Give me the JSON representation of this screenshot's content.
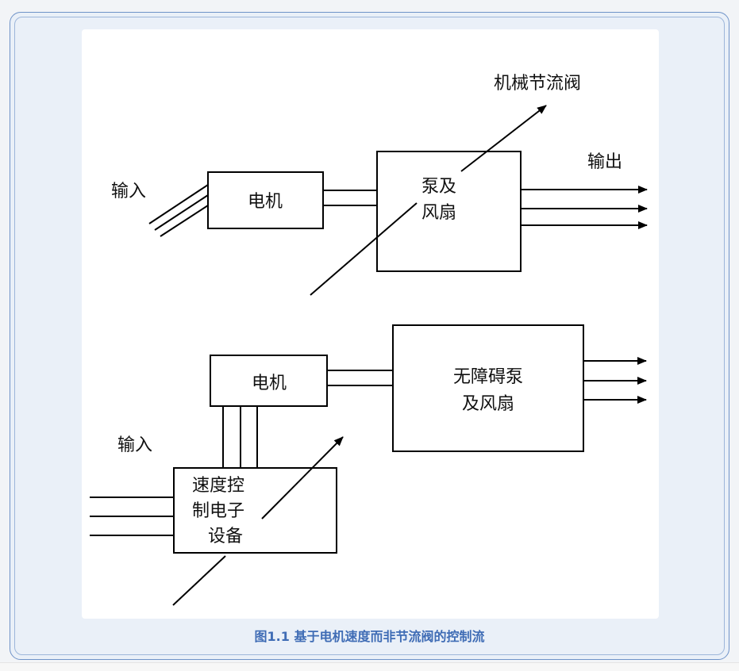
{
  "caption": "图1.1 基于电机速度而非节流阀的控制流",
  "top_diagram": {
    "input_label": "输入",
    "motor_label": "电机",
    "pump_line1": "泵及",
    "pump_line2": "风扇",
    "valve_label": "机械节流阀",
    "output_label": "输出"
  },
  "bottom_diagram": {
    "input_label": "输入",
    "motor_label": "电机",
    "pump_line1": "无障碍泵",
    "pump_line2": "及风扇",
    "drive_line1": "速度控",
    "drive_line2": "制电子",
    "drive_line3": "设备"
  }
}
